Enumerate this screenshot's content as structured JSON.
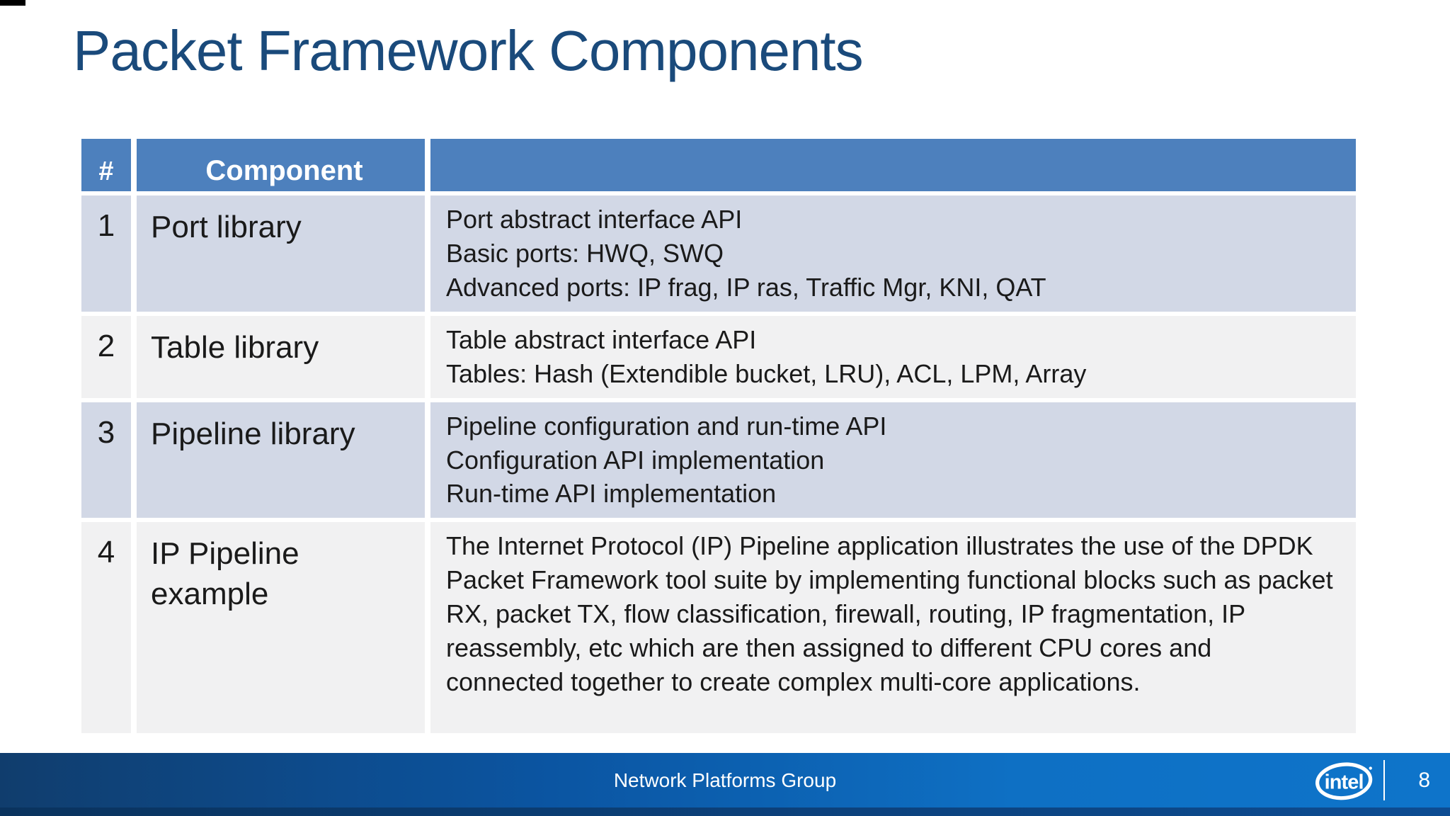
{
  "slide": {
    "title": "Packet Framework Components",
    "footer_text": "Network Platforms Group",
    "page_number": "8",
    "brand_logo": "intel"
  },
  "colors": {
    "title_navy": "#1a4a7b",
    "header_blue": "#4d80bd",
    "row_light_blue": "#d2d8e6",
    "row_light_gray": "#f1f1f2",
    "footer_blue_left": "#103d6d",
    "footer_blue_right": "#0e74ca",
    "bottom_strip_navy": "#0a335e",
    "text_dark": "#1a1a1a"
  },
  "table": {
    "columns": [
      "#",
      "Component",
      ""
    ],
    "rows": [
      {
        "num": "1",
        "component": "Port library",
        "description": [
          "Port abstract interface API",
          "Basic ports: HWQ, SWQ",
          "Advanced ports: IP frag, IP ras, Traffic Mgr, KNI, QAT"
        ]
      },
      {
        "num": "2",
        "component": "Table library",
        "description": [
          "Table abstract interface API",
          "Tables: Hash (Extendible bucket, LRU), ACL, LPM, Array"
        ]
      },
      {
        "num": "3",
        "component": "Pipeline library",
        "description": [
          "Pipeline configuration and run-time API",
          "Configuration API implementation",
          "Run-time API implementation"
        ]
      },
      {
        "num": "4",
        "component": "IP Pipeline example",
        "description": [
          "The Internet Protocol (IP) Pipeline application illustrates the use of the DPDK Packet Framework tool suite by implementing functional blocks such as packet RX, packet TX, flow classification, firewall, routing, IP fragmentation, IP reassembly, etc which are then assigned to different CPU cores and connected together to create complex multi-core applications."
        ]
      }
    ]
  }
}
